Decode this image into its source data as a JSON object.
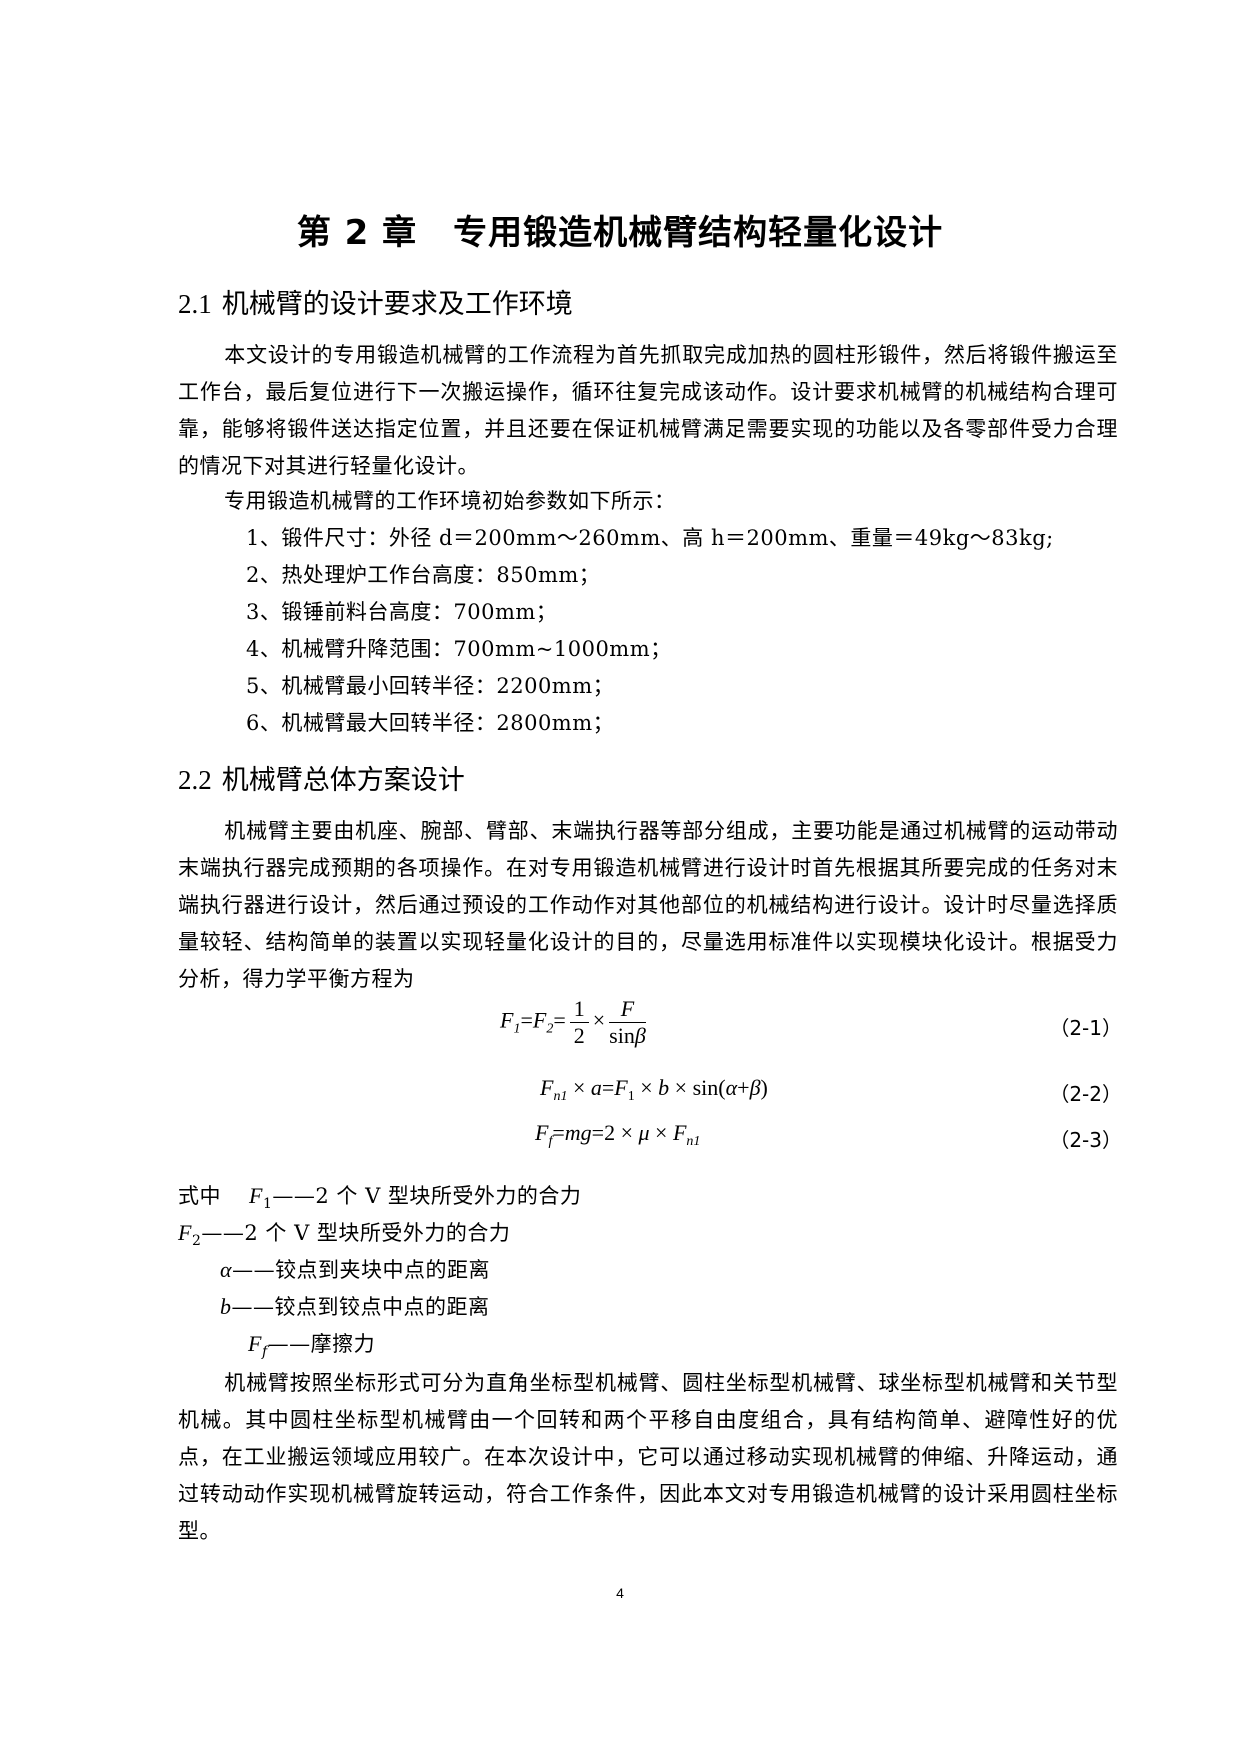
{
  "chapter": {
    "number": "第 2 章",
    "title": "专用锻造机械臂结构轻量化设计"
  },
  "section1": {
    "number": "2.1",
    "title": "机械臂的设计要求及工作环境",
    "para1": "本文设计的专用锻造机械臂的工作流程为首先抓取完成加热的圆柱形锻件，然后将锻件搬运至工作台，最后复位进行下一次搬运操作，循环往复完成该动作。设计要求机械臂的机械结构合理可靠，能够将锻件送达指定位置，并且还要在保证机械臂满足需要实现的功能以及各零部件受力合理的情况下对其进行轻量化设计。",
    "intro": "专用锻造机械臂的工作环境初始参数如下所示：",
    "params": [
      "1、锻件尺寸：外径 d＝200mm～260mm、高 h＝200mm、重量＝49kg～83kg;",
      "2、热处理炉工作台高度：850mm；",
      "3、锻锤前料台高度：700mm；",
      "4、机械臂升降范围：700mm~1000mm；",
      "5、机械臂最小回转半径：2200mm；",
      "6、机械臂最大回转半径：2800mm；"
    ]
  },
  "section2": {
    "number": "2.2",
    "title": "机械臂总体方案设计",
    "para1": "机械臂主要由机座、腕部、臂部、末端执行器等部分组成，主要功能是通过机械臂的运动带动末端执行器完成预期的各项操作。在对专用锻造机械臂进行设计时首先根据其所要完成的任务对末端执行器进行设计，然后通过预设的工作动作对其他部位的机械结构进行设计。设计时尽量选择质量较轻、结构简单的装置以实现轻量化设计的目的，尽量选用标准件以实现模块化设计。根据受力分析，得力学平衡方程为",
    "equations": [
      {
        "label": "（2-1）"
      },
      {
        "label": "（2-2）"
      },
      {
        "label": "（2-3）"
      }
    ],
    "where_prefix": "式中",
    "definitions": [
      {
        "symbol": "F",
        "sub": "1",
        "dash": "——",
        "text": "2 个 V 型块所受外力的合力"
      },
      {
        "symbol": "F",
        "sub": "2",
        "dash": "——",
        "text": "2 个 V 型块所受外力的合力"
      },
      {
        "symbol": "α",
        "sub": "",
        "dash": "——",
        "text": "铰点到夹块中点的距离"
      },
      {
        "symbol": "b",
        "sub": "",
        "dash": "——",
        "text": "铰点到铰点中点的距离"
      },
      {
        "symbol": "F",
        "sub": "f",
        "dash": "——",
        "text": "摩擦力"
      }
    ],
    "para2": "机械臂按照坐标形式可分为直角坐标型机械臂、圆柱坐标型机械臂、球坐标型机械臂和关节型机械。其中圆柱坐标型机械臂由一个回转和两个平移自由度组合，具有结构简单、避障性好的优点，在工业搬运领域应用较广。在本次设计中，它可以通过移动实现机械臂的伸缩、升降运动，通过转动动作实现机械臂旋转运动，符合工作条件，因此本文对专用锻造机械臂的设计采用圆柱坐标型。"
  },
  "footer": {
    "page_number": "4"
  }
}
